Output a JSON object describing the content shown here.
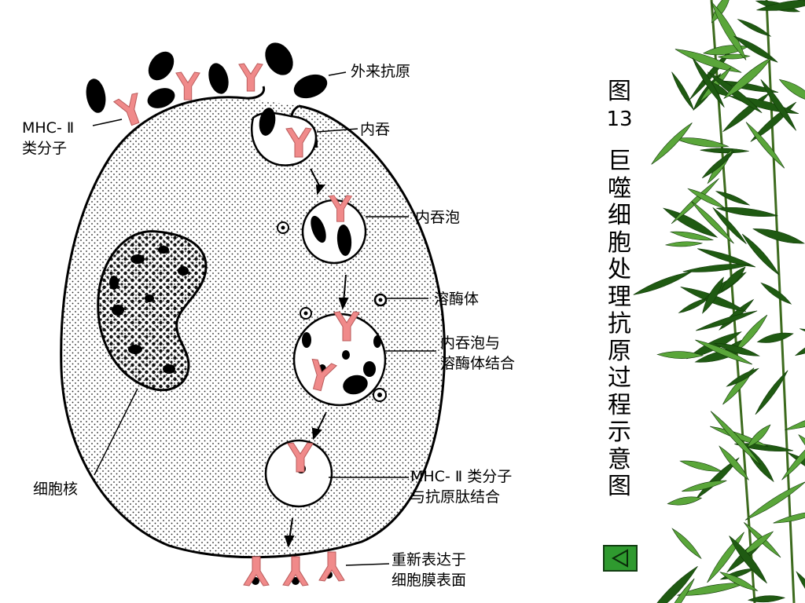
{
  "labels": {
    "foreign_antigen": "外来抗原",
    "mhc2_line1": "MHC- Ⅱ",
    "mhc2_line2": "类分子",
    "endocytosis": "内吞",
    "endosome": "内吞泡",
    "lysosome": "溶酶体",
    "fusion_line1": "内吞泡与",
    "fusion_line2": "溶酶体结合",
    "nucleus": "细胞核",
    "binding_line1": "MHC- Ⅱ 类分子",
    "binding_line2": "与抗原肽结合",
    "reexpress_line1": "重新表达于",
    "reexpress_line2": "细胞膜表面"
  },
  "title": {
    "prefix": "图",
    "number": "13",
    "text": "巨噬细胞处理抗原过程示意图"
  },
  "colors": {
    "mhc_pink": "#f08a8a",
    "nav_green": "#2f9a2f",
    "bamboo_dark": "#1f5a12",
    "bamboo_light": "#5aa63a"
  },
  "icons": {
    "back": "triangle-left-icon"
  }
}
